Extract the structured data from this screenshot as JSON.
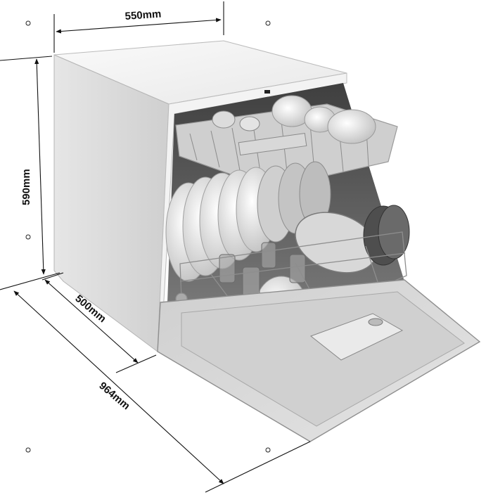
{
  "dimensions": {
    "width": "550mm",
    "height": "590mm",
    "depth": "500mm",
    "depth_open": "964mm"
  },
  "colors": {
    "line": "#111111",
    "body_side": "#d9d9d9",
    "body_front": "#f2f2f2",
    "interior": "#5a5a5a",
    "rack": "#bdbdbd",
    "door": "#d6d6d6"
  }
}
